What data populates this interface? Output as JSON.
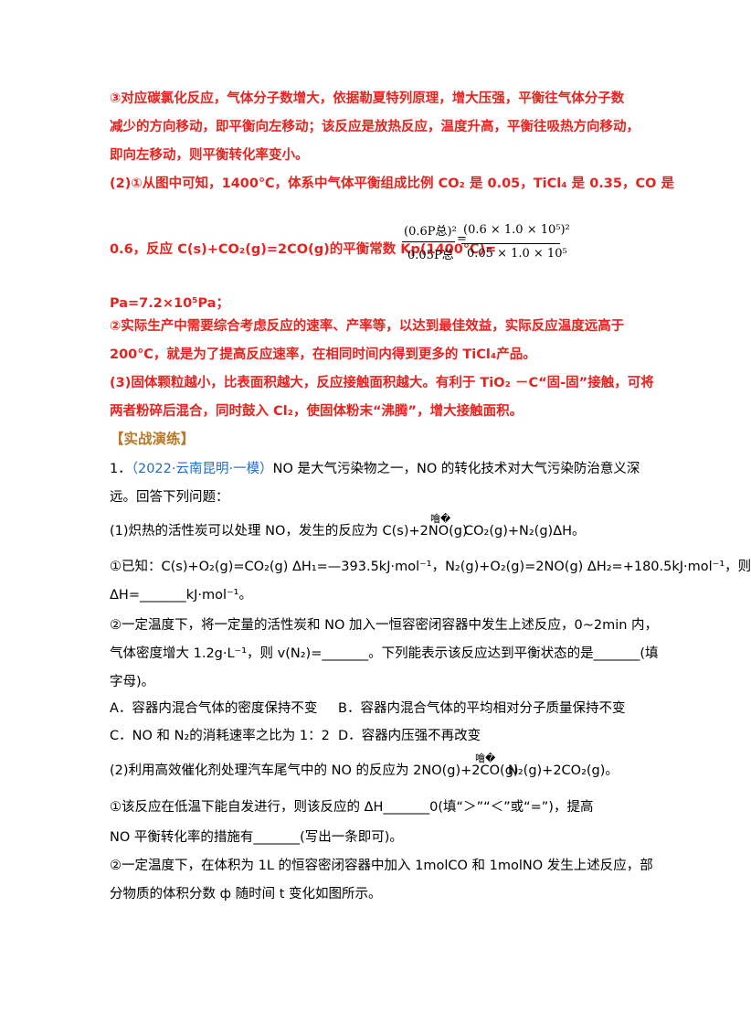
{
  "lines": [
    "③对应碳氯化反应，气体分子数增大，依据勒夏特列原理，增大压强，平衡往气体分子数",
    "减少的方向移动，即平衡向左移动；该反应是放热反应，温度升高，平衡往吸热方向移动，",
    "即向左移动，则平衡转化率变小。"
  ],
  "line_2_1": "(2)①从图中可知，1400℃，体系中气体平衡组成比例 CO₂ 是 0.05，TiCl₄ 是 0.35，CO 是",
  "line_2_2": "0.6，反应 C(s)+CO₂(g)=2CO(g)的平衡常数 Kp(1400℃)=",
  "frac1": {
    "num": "(0.6P总)²",
    "den": "0.05P总"
  },
  "equals": "=",
  "frac2": {
    "num": "(0.6 × 1.0 × 10⁵)²",
    "den": "0.05 × 1.0 × 10⁵"
  },
  "line_pa": "Pa=7.2×10⁵Pa；",
  "line_2_3": "②实际生产中需要综合考虑反应的速率、产率等，以达到最佳效益，实际反应温度远高于",
  "line_2_4": "200℃，就是为了提高反应速率，在相同时间内得到更多的 TiCl₄产品。",
  "line_3_1": "(3)固体颗粒越小，比表面积越大，反应接触面积越大。有利于 TiO₂ －C“固-固”接触，可将",
  "line_3_2": "两者粉碎后混合，同时鼓入 Cl₂，使固体粉末“沸腾”，增大接触面积。",
  "section_title": "【实战演练】",
  "q1_num": "1．",
  "q1_source": "（2022·云南昆明·一模）",
  "q1_text": "NO 是大气污染物之一，NO 的转化技术对大气污染防治意义深",
  "q1_text2": "远。回答下列问题：",
  "q1_1": "(1)炽热的活性炭可以处理 NO，发生的反应为 C(s)+2NO(g)",
  "q1_1_tail": "CO₂(g)+N₂(g)ΔH。",
  "garbled_symbol": "噲�",
  "known_1": "①已知：C(s)+O₂(g)=CO₂(g) ΔH₁=—393.5kJ·mol⁻¹，N₂(g)+O₂(g)=2NO(g) ΔH₂=+180.5kJ·mol⁻¹，则",
  "known_2": "ΔH=_______kJ·mol⁻¹。",
  "q_2_1": "②一定温度下，将一定量的活性炭和 NO 加入一恒容密闭容器中发生上述反应，0~2min 内，",
  "q_2_2": "气体密度增大 1.2g·L⁻¹，则 v(N₂)=_______。下列能表示该反应达到平衡状态的是_______(填",
  "q_2_3": "字母)。",
  "opt_A": "A．容器内混合气体的密度保持不变",
  "opt_B": "B．容器内混合气体的平均相对分子质量保持不变",
  "opt_C": "C．NO 和 N₂的消耗速率之比为 1：2",
  "opt_D": "D．容器内压强不再改变",
  "q2": "(2)利用高效催化剂处理汽车尾气中的 NO 的反应为 2NO(g)+2CO(g)",
  "q2_tail": "N₂(g)+2CO₂(g)。",
  "q2_1a": "①该反应在低温下能自发进行，则该反应的 ΔH_______0(填“＞”“＜”或“=”)，提高",
  "q2_1b": "NO 平衡转化率的措施有_______(写出一条即可)。",
  "q2_2a": "②一定温度下，在体积为 1L 的恒容密闭容器中加入 1molCO 和 1molNO 发生上述反应，部",
  "q2_2b": "分物质的体积分数 ф 随时间 t 变化如图所示。"
}
